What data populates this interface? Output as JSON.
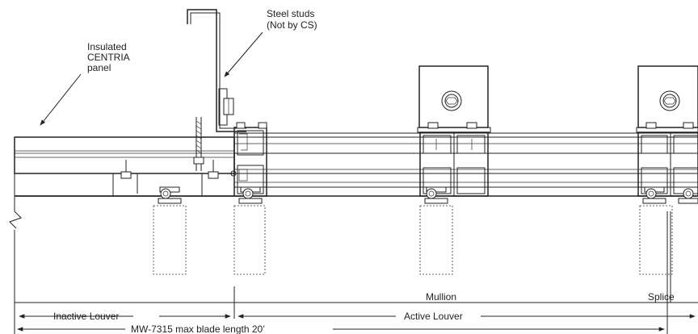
{
  "labels": {
    "insulated_panel": [
      "Insulated",
      "CENTRIA",
      "panel"
    ],
    "steel_studs": [
      "Steel studs",
      "(Not by CS)"
    ],
    "mullion": "Mullion",
    "splice": "Splice",
    "inactive_louver": "Inactive Louver",
    "active_louver": "Active Louver",
    "max_blade_length": "MW-7315 max blade length 20’"
  }
}
